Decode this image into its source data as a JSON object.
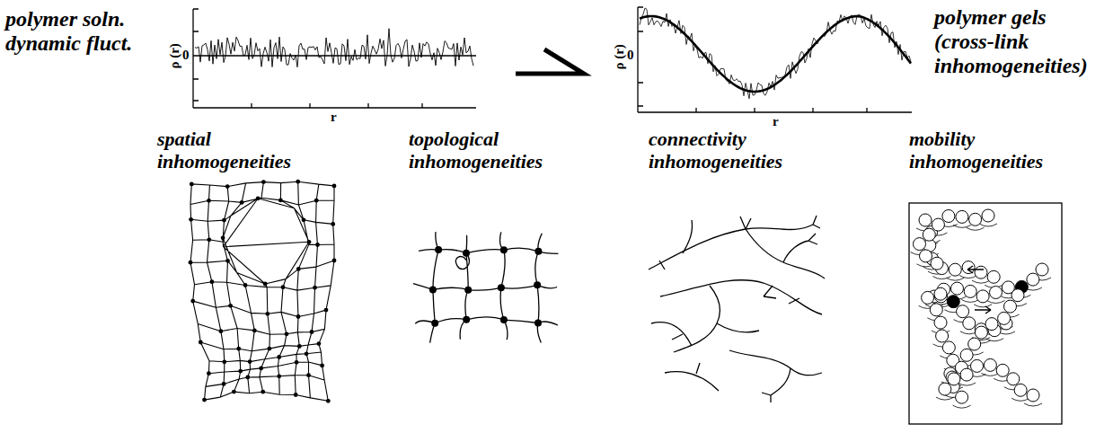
{
  "diagram": {
    "labels": [
      "polymer soln. dynamic fluct.",
      "ρ (r)",
      "0",
      "r",
      "ρ (r)",
      "0",
      "r",
      "polymer gels (cross-link inhomogeneities)",
      "spatial inhomogeneities",
      "topological inhomogeneities",
      "connectivity inhomogeneities",
      "mobility inhomogeneities"
    ]
  }
}
